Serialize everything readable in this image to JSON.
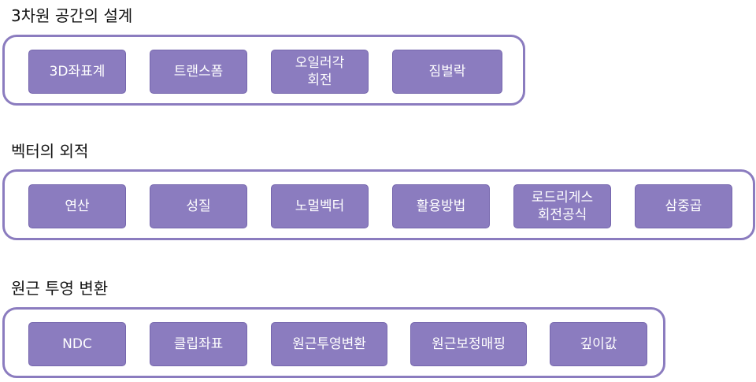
{
  "accent_color": "#8b7cbf",
  "sections": [
    {
      "title": "3차원 공간의 설계",
      "items": [
        "3D좌표계",
        "트랜스폼",
        "오일러각\n회전",
        "짐벌락"
      ]
    },
    {
      "title": "벡터의 외적",
      "items": [
        "연산",
        "성질",
        "노멀벡터",
        "활용방법",
        "로드리게스\n회전공식",
        "삼중곱"
      ]
    },
    {
      "title": "원근 투영 변환",
      "items": [
        "NDC",
        "클립좌표",
        "원근투영변환",
        "원근보정매핑",
        "깊이값"
      ]
    }
  ]
}
